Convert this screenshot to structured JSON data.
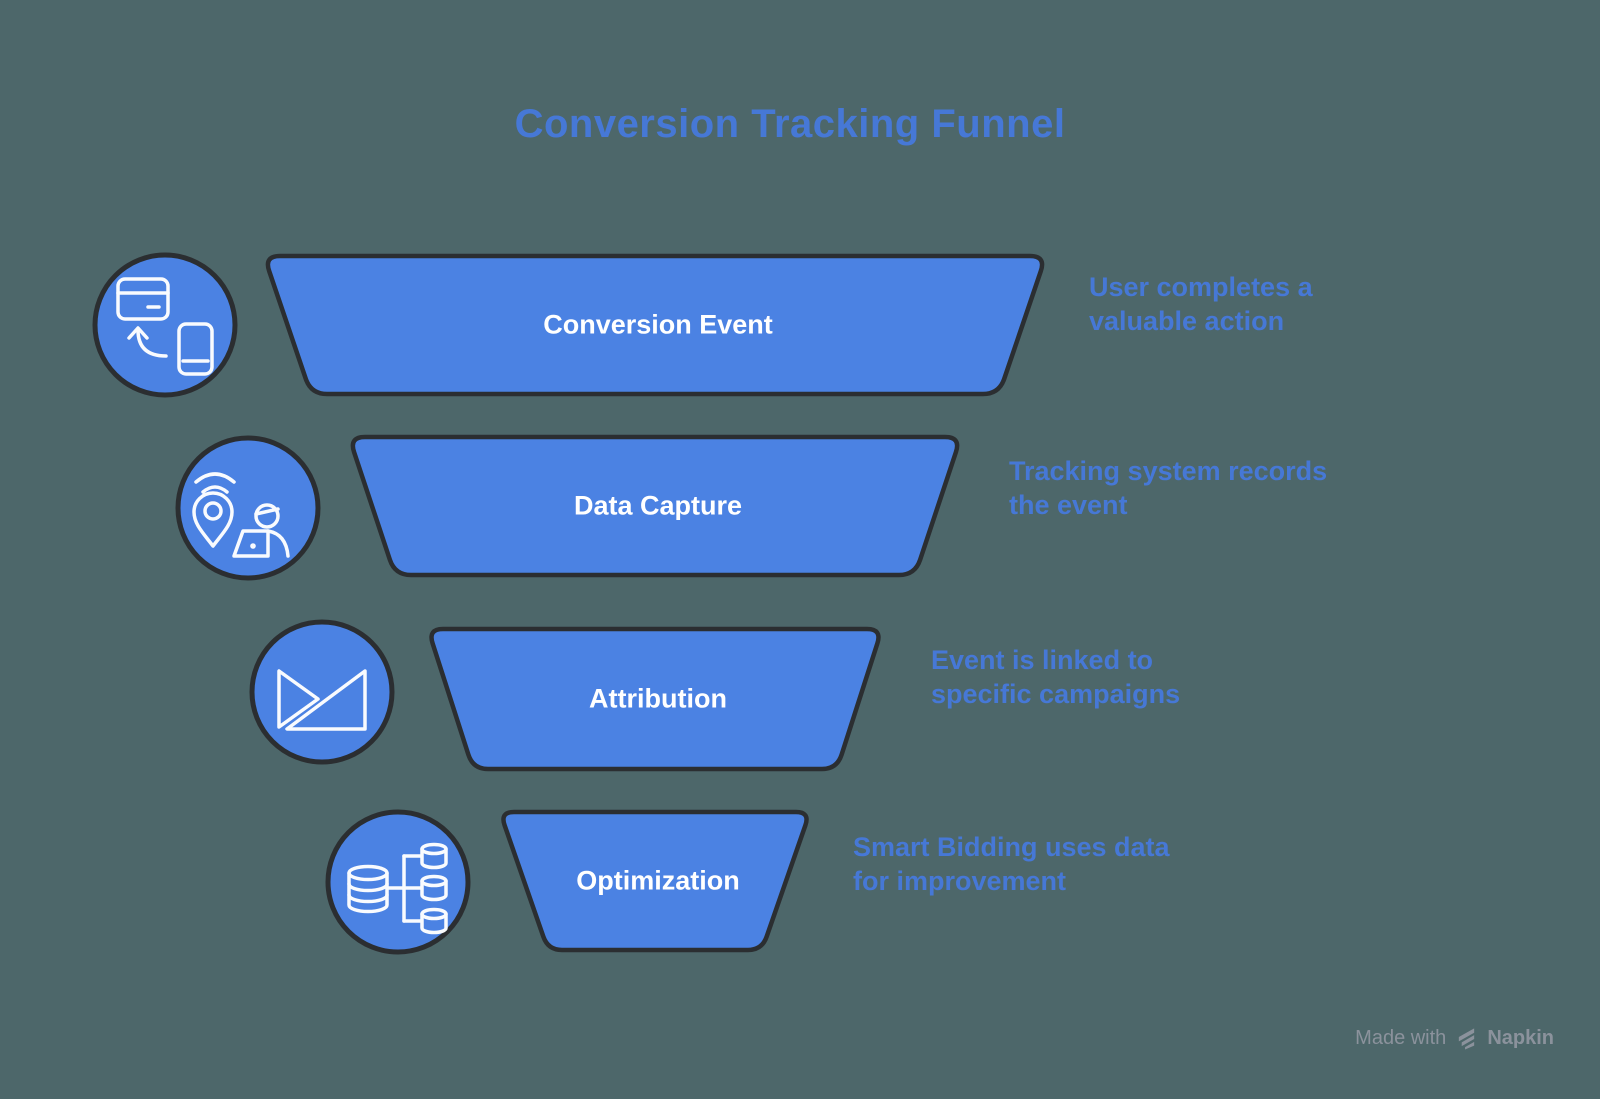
{
  "title": "Conversion Tracking Funnel",
  "stages": [
    {
      "label": "Conversion Event",
      "description_lines": [
        "User completes a",
        "valuable action"
      ],
      "icon": "card-to-phone-icon"
    },
    {
      "label": "Data Capture",
      "description_lines": [
        "Tracking system records",
        "the event"
      ],
      "icon": "location-pin-tracking-icon"
    },
    {
      "label": "Attribution",
      "description_lines": [
        "Event is linked to",
        "specific campaigns"
      ],
      "icon": "triangles-growth-icon"
    },
    {
      "label": "Optimization",
      "description_lines": [
        "Smart Bidding uses data",
        "for improvement"
      ],
      "icon": "database-distribution-icon"
    }
  ],
  "footer": {
    "made_with": "Made with",
    "brand": "Napkin"
  },
  "colors": {
    "background": "#4d676a",
    "funnel_fill": "#4b82e3",
    "funnel_border": "#2b2e31",
    "label_text": "#ffffff",
    "accent_text": "#4678d6",
    "icon_stroke": "#ffffff",
    "footer_text": "#8b929c"
  }
}
